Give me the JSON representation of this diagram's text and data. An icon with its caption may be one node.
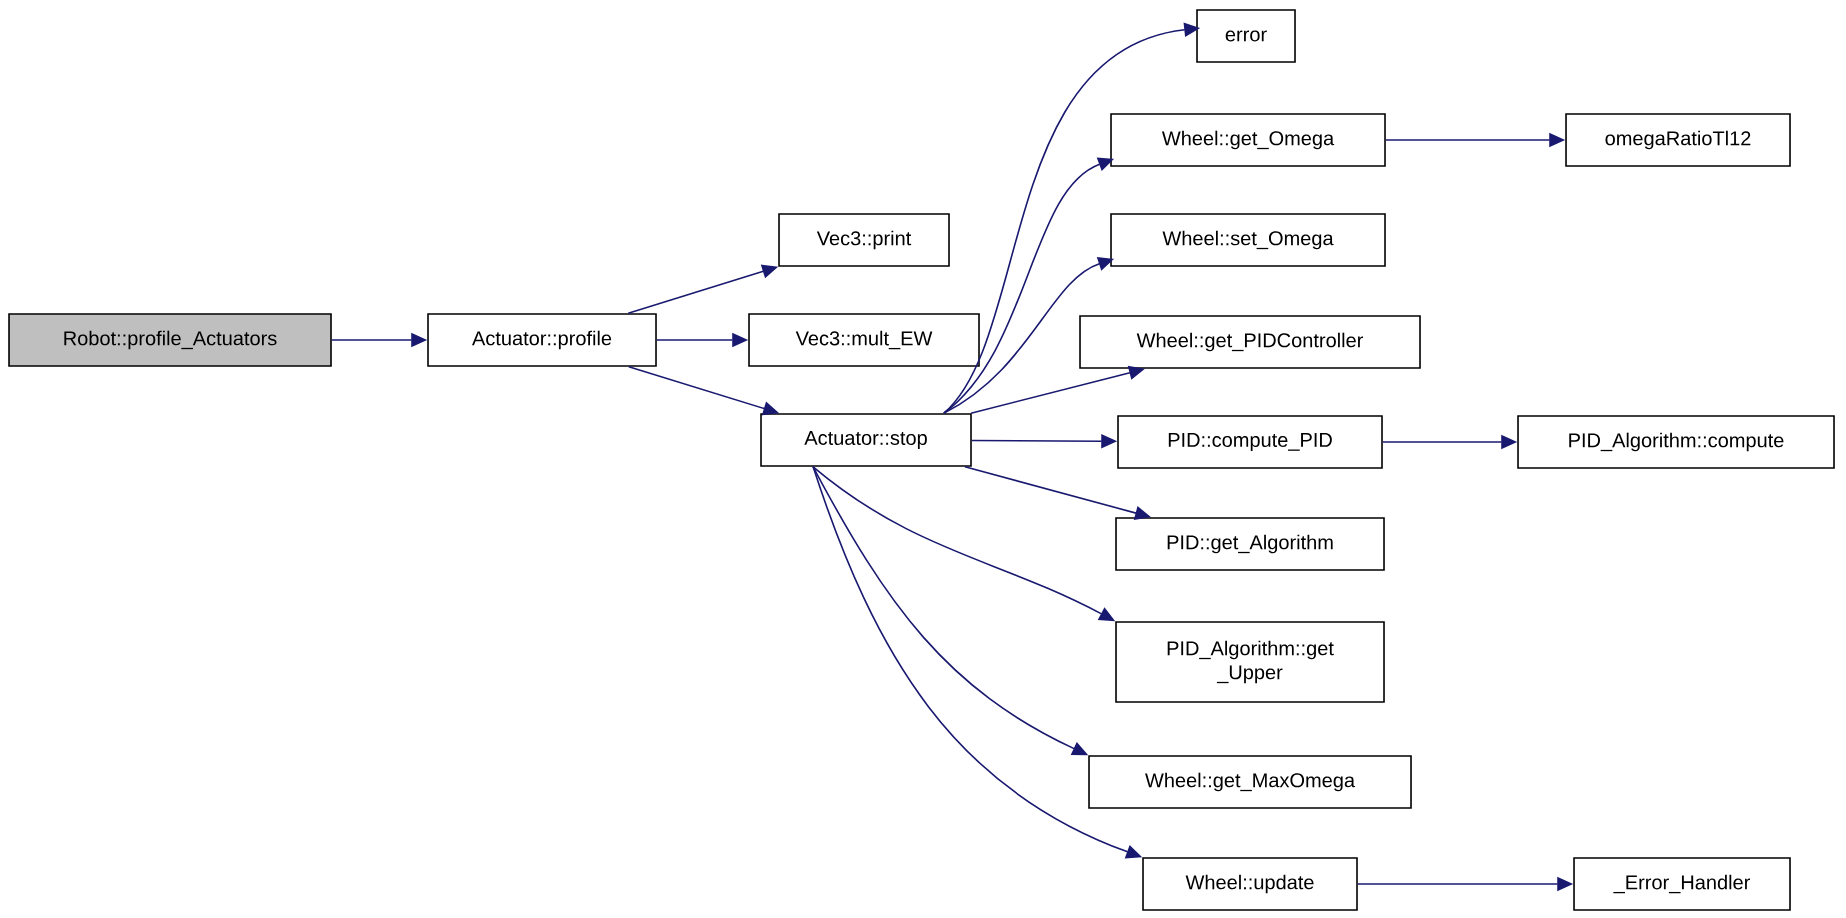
{
  "diagram": {
    "nodes": [
      {
        "text": [
          "Robot::profile_Actuators"
        ]
      },
      {
        "text": [
          "Actuator::profile"
        ]
      },
      {
        "text": [
          "Vec3::print"
        ]
      },
      {
        "text": [
          "Vec3::mult_EW"
        ]
      },
      {
        "text": [
          "Actuator::stop"
        ]
      },
      {
        "text": [
          "error"
        ]
      },
      {
        "text": [
          "Wheel::get_Omega"
        ]
      },
      {
        "text": [
          "omegaRatioTl12"
        ]
      },
      {
        "text": [
          "Wheel::set_Omega"
        ]
      },
      {
        "text": [
          "Wheel::get_PIDController"
        ]
      },
      {
        "text": [
          "PID::compute_PID"
        ]
      },
      {
        "text": [
          "PID_Algorithm::compute"
        ]
      },
      {
        "text": [
          "PID::get_Algorithm"
        ]
      },
      {
        "text": [
          "PID_Algorithm::get _Upper"
        ]
      },
      {
        "text": [
          "Wheel::get_MaxOmega"
        ]
      },
      {
        "text": [
          "Wheel::update"
        ]
      },
      {
        "text": [
          "_Error_Handler"
        ]
      }
    ],
    "edges": [
      {
        "from": 0,
        "to": 1,
        "arrow": "to"
      },
      {
        "from": 1,
        "to": 2,
        "arrow": "to"
      },
      {
        "from": 1,
        "to": 3,
        "arrow": "to"
      },
      {
        "from": 1,
        "to": 4,
        "arrow": "to"
      },
      {
        "from": 4,
        "to": 5,
        "arrow": "to"
      },
      {
        "from": 4,
        "to": 6,
        "arrow": "to"
      },
      {
        "from": 4,
        "to": 8,
        "arrow": "to"
      },
      {
        "from": 4,
        "to": 9,
        "arrow": "to"
      },
      {
        "from": 4,
        "to": 10,
        "arrow": "to"
      },
      {
        "from": 4,
        "to": 12,
        "arrow": "to"
      },
      {
        "from": 4,
        "to": 13,
        "arrow": "to"
      },
      {
        "from": 4,
        "to": 14,
        "arrow": "to"
      },
      {
        "from": 4,
        "to": 15,
        "arrow": "to"
      },
      {
        "from": 6,
        "to": 7,
        "arrow": "to"
      },
      {
        "from": 10,
        "to": 11,
        "arrow": "to"
      },
      {
        "from": 15,
        "to": 16,
        "arrow": "to"
      }
    ]
  }
}
